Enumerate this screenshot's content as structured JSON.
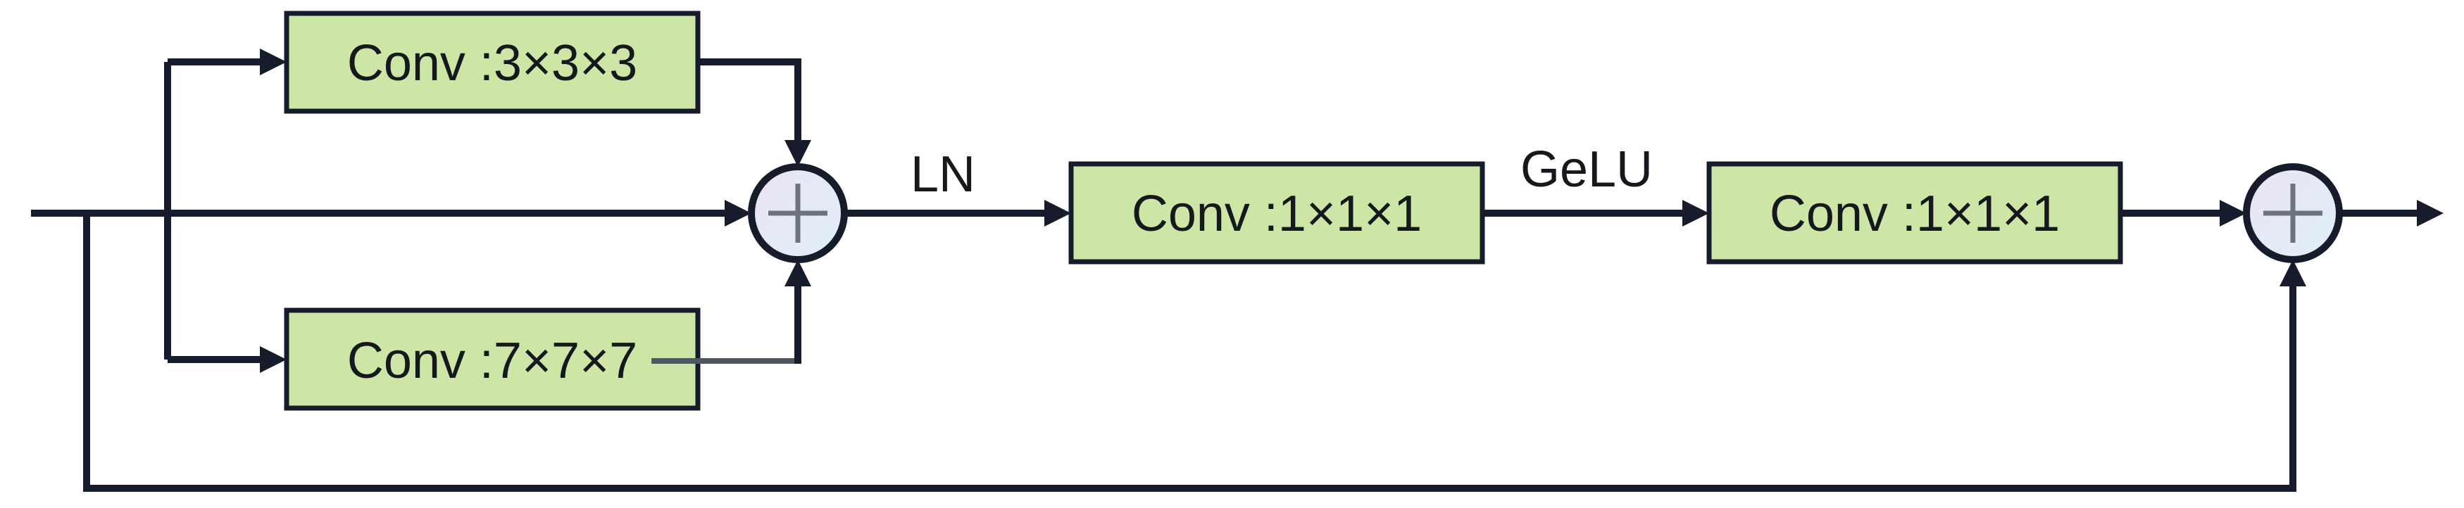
{
  "diagram": {
    "description": "Residual 3D convolution block diagram",
    "blocks": [
      {
        "label": "Conv :3×3×3"
      },
      {
        "label": "Conv :7×7×7"
      },
      {
        "label": "Conv :1×1×1"
      },
      {
        "label": "Conv :1×1×1"
      }
    ],
    "edge_labels": [
      {
        "text": "LN"
      },
      {
        "text": "GeLU"
      }
    ],
    "operators": [
      {
        "name": "elementwise-sum-1",
        "symbol": "+"
      },
      {
        "name": "elementwise-sum-2",
        "symbol": "+"
      }
    ],
    "colors": {
      "block_fill": "#cde6a6",
      "block_border": "#161c2c",
      "wire": "#161c2c",
      "wire_gray_segment": "#4f5664",
      "sum_fill_gradient_start": "#ebe3f3",
      "sum_fill_gradient_end": "#dff0f9",
      "plus_sign": "#6d7480",
      "text": "#15181d",
      "background": "#ffffff"
    }
  }
}
